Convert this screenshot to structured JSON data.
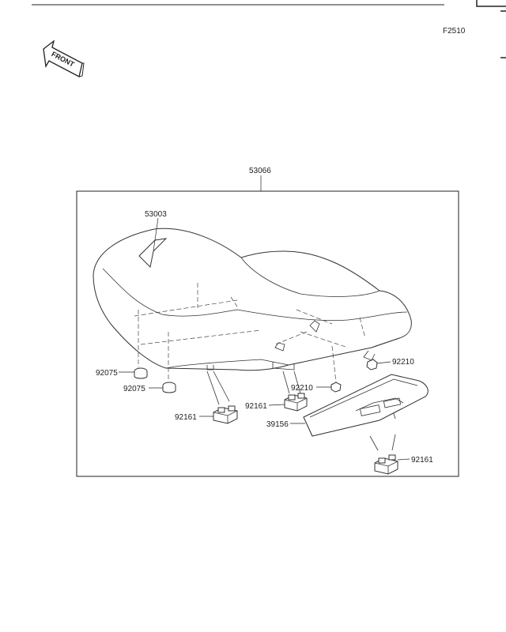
{
  "figure_code": "F2510",
  "front_label": "FRONT",
  "assembly_part": "53066",
  "parts": {
    "seat_cover": "53003",
    "damper_a": "92075",
    "damper_b": "92075",
    "stopper_1": "92161",
    "stopper_2": "92161",
    "stopper_3": "92161",
    "nut_right": "92210",
    "nut_center": "92210",
    "tray": "39156"
  }
}
